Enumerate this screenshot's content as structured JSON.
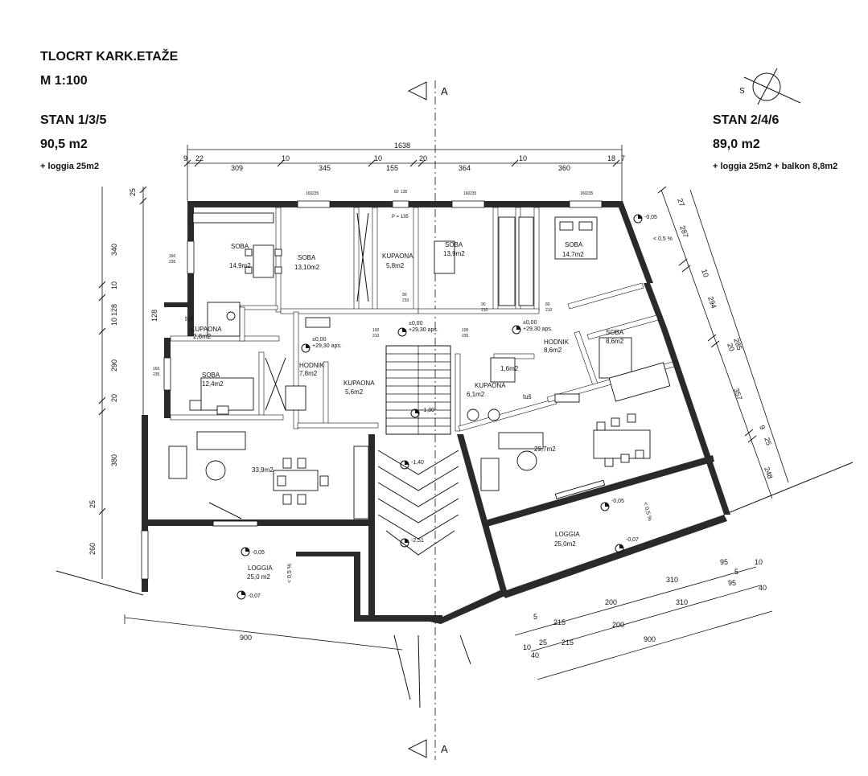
{
  "header": {
    "title": "TLOCRT KARK.ETAŽE",
    "scale": "M 1:100"
  },
  "unit_left": {
    "name": "STAN 1/3/5",
    "area": "90,5 m2",
    "extra": "+ loggia 25m2"
  },
  "unit_right": {
    "name": "STAN 2/4/6",
    "area": "89,0 m2",
    "extra": "+ loggia 25m2 + balkon 8,8m2"
  },
  "section_marks": {
    "top": "A",
    "bottom": "A"
  },
  "north_label": "S",
  "rooms": {
    "soba1_name": "SOBA",
    "soba1_area": "14,9m2",
    "soba2_name": "SOBA",
    "soba2_area": "13,10m2",
    "kup1_name": "KUPAONA",
    "kup1_area": "5,8m2",
    "soba3_name": "SOBA",
    "soba3_area": "13,9m2",
    "soba4_name": "SOBA",
    "soba4_area": "14,7m2",
    "kup2_name": "KUPAONA",
    "kup2_area": "2,8m2",
    "tus1": "tuš",
    "hod1_name": "HODNIK",
    "hod1_area": "7,8m2",
    "kup3_name": "KUPAONA",
    "kup3_area": "5,6m2",
    "soba5_name": "SOBA",
    "soba5_area": "12,4m2",
    "liv1_area": "33,9m2",
    "log1_name": "LOGGIA",
    "log1_area": "25,0 m2",
    "hod2_name": "HODNIK",
    "hod2_area": "8,6m2",
    "soba6_name": "SOBA",
    "soba6_area": "8,6m2",
    "kup4_name": "KUPAONA",
    "kup4_area": "6,1m2",
    "kup4_small": "1,6m2",
    "tus2": "tuš",
    "liv2_area": "29,7m2",
    "log2_name": "LOGGIA",
    "log2_area": "25,0m2"
  },
  "levels": {
    "l1a": "±0,00",
    "l1b": "+29,30 aps.",
    "l2a": "±0,00",
    "l2b": "+29,30 aps.",
    "l3a": "±0,00",
    "l3b": "+29,30 aps.",
    "l4": "-0,05",
    "l5": "-0,07",
    "l6": "-0,05",
    "l7": "-0,07",
    "l8": "-1,30",
    "l9": "-1,40",
    "l10": "-2,51",
    "l11": "-0,05",
    "slope1": "< 0,5 %",
    "slope2": "< 0,5 %",
    "slope3": "< 0,5 %"
  },
  "dims_top": {
    "total": "1638",
    "d1": "9",
    "d2": "22",
    "d3": "309",
    "d4": "10",
    "d5": "345",
    "d6": "10",
    "d7": "155",
    "d8": "20",
    "d9": "364",
    "d10": "10",
    "d11": "360",
    "d12": "18",
    "d13": "7"
  },
  "dims_left": {
    "d1": "25",
    "d2": "340",
    "d3": "10",
    "d4": "128",
    "d5": "10",
    "d6": "290",
    "d7": "20",
    "d8": "380",
    "d9": "25",
    "d10": "260"
  },
  "dims_right": {
    "d1": "27",
    "d2": "287",
    "d3": "10",
    "d4": "294",
    "d5": "20",
    "d6": "285",
    "d7": "357",
    "d8": "25",
    "d9": "248",
    "d10": "9"
  },
  "dims_bottom": {
    "left": "900",
    "r1": "95",
    "r2": "10",
    "r3": "5",
    "r4": "310",
    "r5": "95",
    "r6": "40",
    "r7": "200",
    "r8": "310",
    "r9": "5",
    "r10": "215",
    "r11": "200",
    "r12": "10",
    "r13": "25",
    "r14": "215",
    "r15": "40",
    "r16": "900"
  },
  "win_labels": {
    "w1a": "160",
    "w1b": "235",
    "w2a": "60",
    "w2b": "135",
    "w3a": "160",
    "w3b": "235",
    "w4a": "160",
    "w4b": "235",
    "w5a": "160",
    "w5b": "235",
    "w6a": "160",
    "w6b": "235",
    "p1": "P = 135",
    "d1a": "90",
    "d1b": "210",
    "d2a": "100",
    "d2b": "210",
    "d3a": "100",
    "d3b": "235",
    "d4a": "80",
    "d4b": "210",
    "d5a": "90",
    "d5b": "210"
  }
}
